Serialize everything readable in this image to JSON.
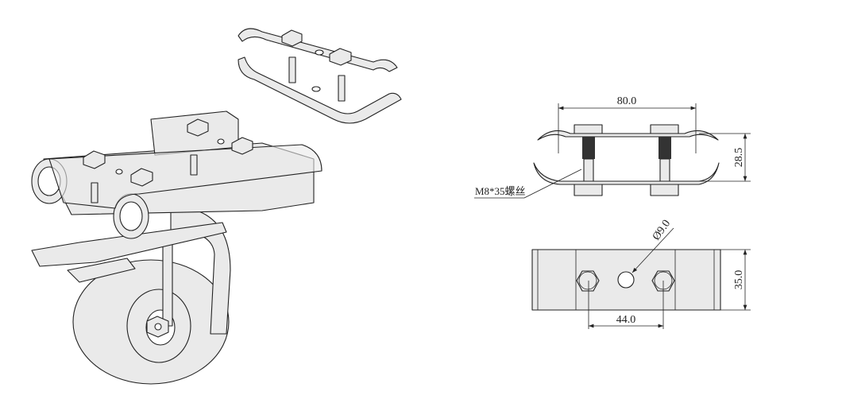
{
  "title": "Caster pipe clamp assembly drawing",
  "front_view": {
    "width_dim": "80.0",
    "height_dim": "28.5",
    "bolt_callout": "M8*35螺丝"
  },
  "bottom_view": {
    "hole_dim": "Ø9.0",
    "height_dim": "35.0",
    "bolt_spacing_dim": "44.0"
  },
  "colors": {
    "line": "#222222",
    "fill": "#eaeaea"
  }
}
